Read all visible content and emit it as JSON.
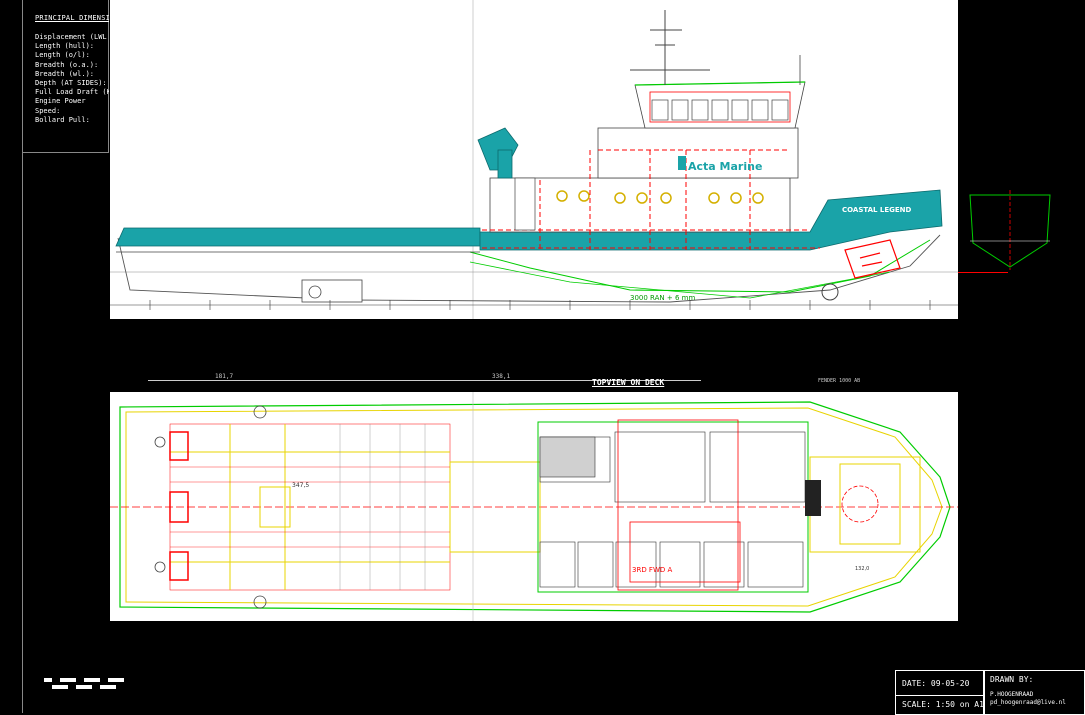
{
  "principal_dimensions": {
    "title": "PRINCIPAL DIMENSIONS",
    "items": [
      "Displacement (LWL",
      "Length (hull):",
      "Length (o/l):",
      "Breadth (o.a.):",
      "Breadth (wl.):",
      "Depth (AT SIDES):",
      "Full Load Draft (KE",
      "Engine Power",
      "Speed:",
      "Bollard Pull:"
    ]
  },
  "side_view": {
    "brand_label": "Acta Marine",
    "vessel_name": "COASTAL LEGEND",
    "tank_label": "3000 RAN + 6 mm"
  },
  "top_view": {
    "title": "TOPVIEW ON DECK",
    "dim_left": "181,7",
    "dim_total": "338,1",
    "dim_right_label": "FENDER 1000 AB",
    "deck_label_1": "347,5",
    "deck_label_2": "3RD FWD A",
    "bow_dim": "132,0"
  },
  "title_block": {
    "date": "DATE: 09-05-20",
    "scale": "SCALE: 1:50 on A1",
    "drawn_by_label": "DRAWN BY:",
    "drawn_by_name": "P.HOOGENRAAD",
    "drawn_by_email": "pd_hoogenraad@live.nl"
  },
  "colors": {
    "background": "#000000",
    "sheet": "#ffffff",
    "hull_teal": "#1aa3a8",
    "redline": "#ff0000",
    "greenline": "#00cc00",
    "yellowline": "#e8d400"
  }
}
